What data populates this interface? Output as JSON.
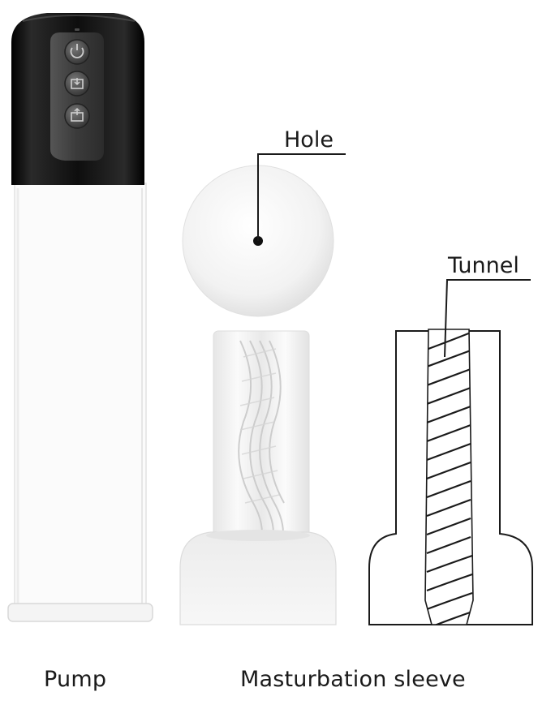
{
  "labels": {
    "pump": "Pump",
    "sleeve": "Masturbation sleeve",
    "hole": "Hole",
    "tunnel": "Tunnel"
  },
  "icons": [
    "power-icon",
    "mode-icon",
    "release-icon"
  ],
  "colors": {
    "cap": "#0b0b0b",
    "panel": "#3a3a3a",
    "outline": "#1a1a1a",
    "glass_edge": "#d8d8d8"
  }
}
